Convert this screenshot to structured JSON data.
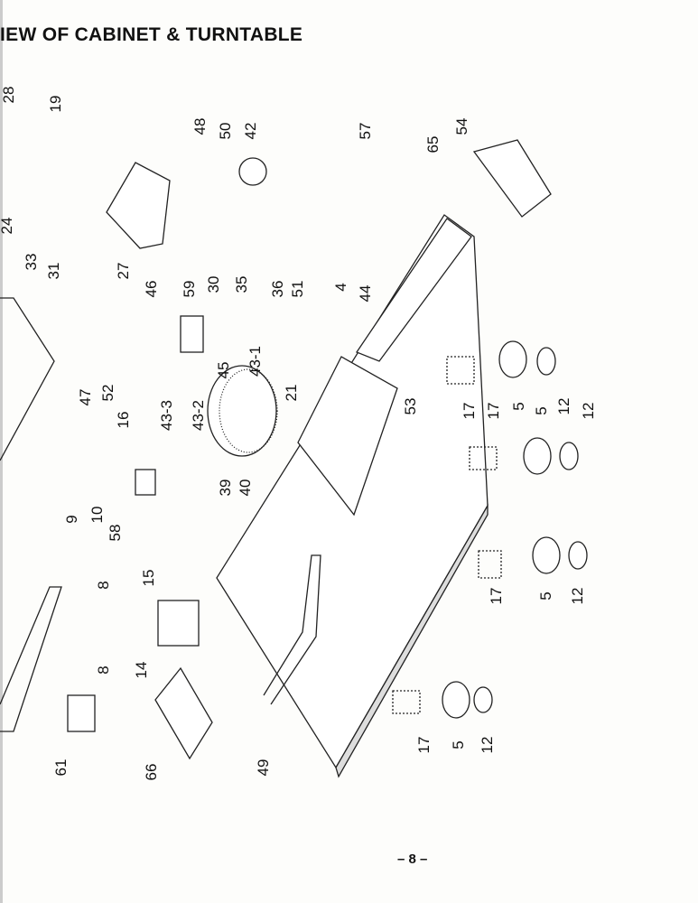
{
  "title": "IEW OF CABINET & TURNTABLE",
  "page_number": "– 8 –",
  "part_labels": [
    "28",
    "19",
    "24",
    "33",
    "31",
    "48",
    "50",
    "42",
    "57",
    "65",
    "54",
    "27",
    "30",
    "35",
    "51",
    "46",
    "59",
    "36",
    "4",
    "44",
    "47",
    "52",
    "16",
    "45",
    "43-1",
    "21",
    "53",
    "17",
    "5",
    "12",
    "17",
    "5",
    "12",
    "43-3",
    "43-2",
    "9",
    "10",
    "58",
    "39",
    "40",
    "15",
    "8",
    "8",
    "14",
    "17",
    "5",
    "12",
    "61",
    "66",
    "49",
    "17",
    "5",
    "12"
  ]
}
